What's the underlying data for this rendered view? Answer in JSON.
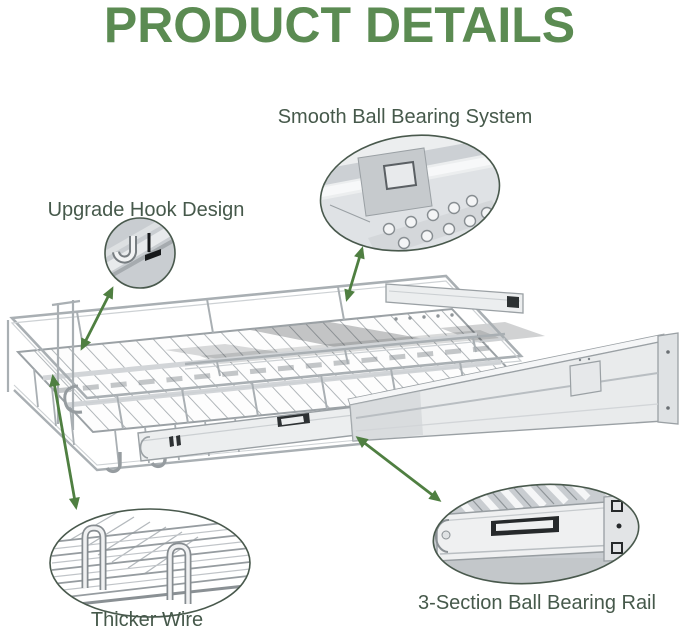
{
  "title": {
    "text": "PRODUCT DETAILS"
  },
  "callouts": [
    {
      "id": "ball-bearing",
      "label": "Smooth Ball Bearing System",
      "image": "ball-bearing-closeup"
    },
    {
      "id": "hook",
      "label": "Upgrade Hook Design",
      "image": "hook-closeup"
    },
    {
      "id": "thicker-wire",
      "label": "Thicker Wire",
      "image": "thicker-wire-closeup"
    },
    {
      "id": "rail",
      "label": "3-Section Ball Bearing Rail",
      "image": "rail-closeup"
    }
  ],
  "product": {
    "name": "pull-out wire cabinet shelf with sliding rails"
  },
  "colors": {
    "title": "#5b8b52",
    "label": "#46594b",
    "arrow": "#4f7f41",
    "outline": "#49594d",
    "metal": "#b9bec2"
  }
}
